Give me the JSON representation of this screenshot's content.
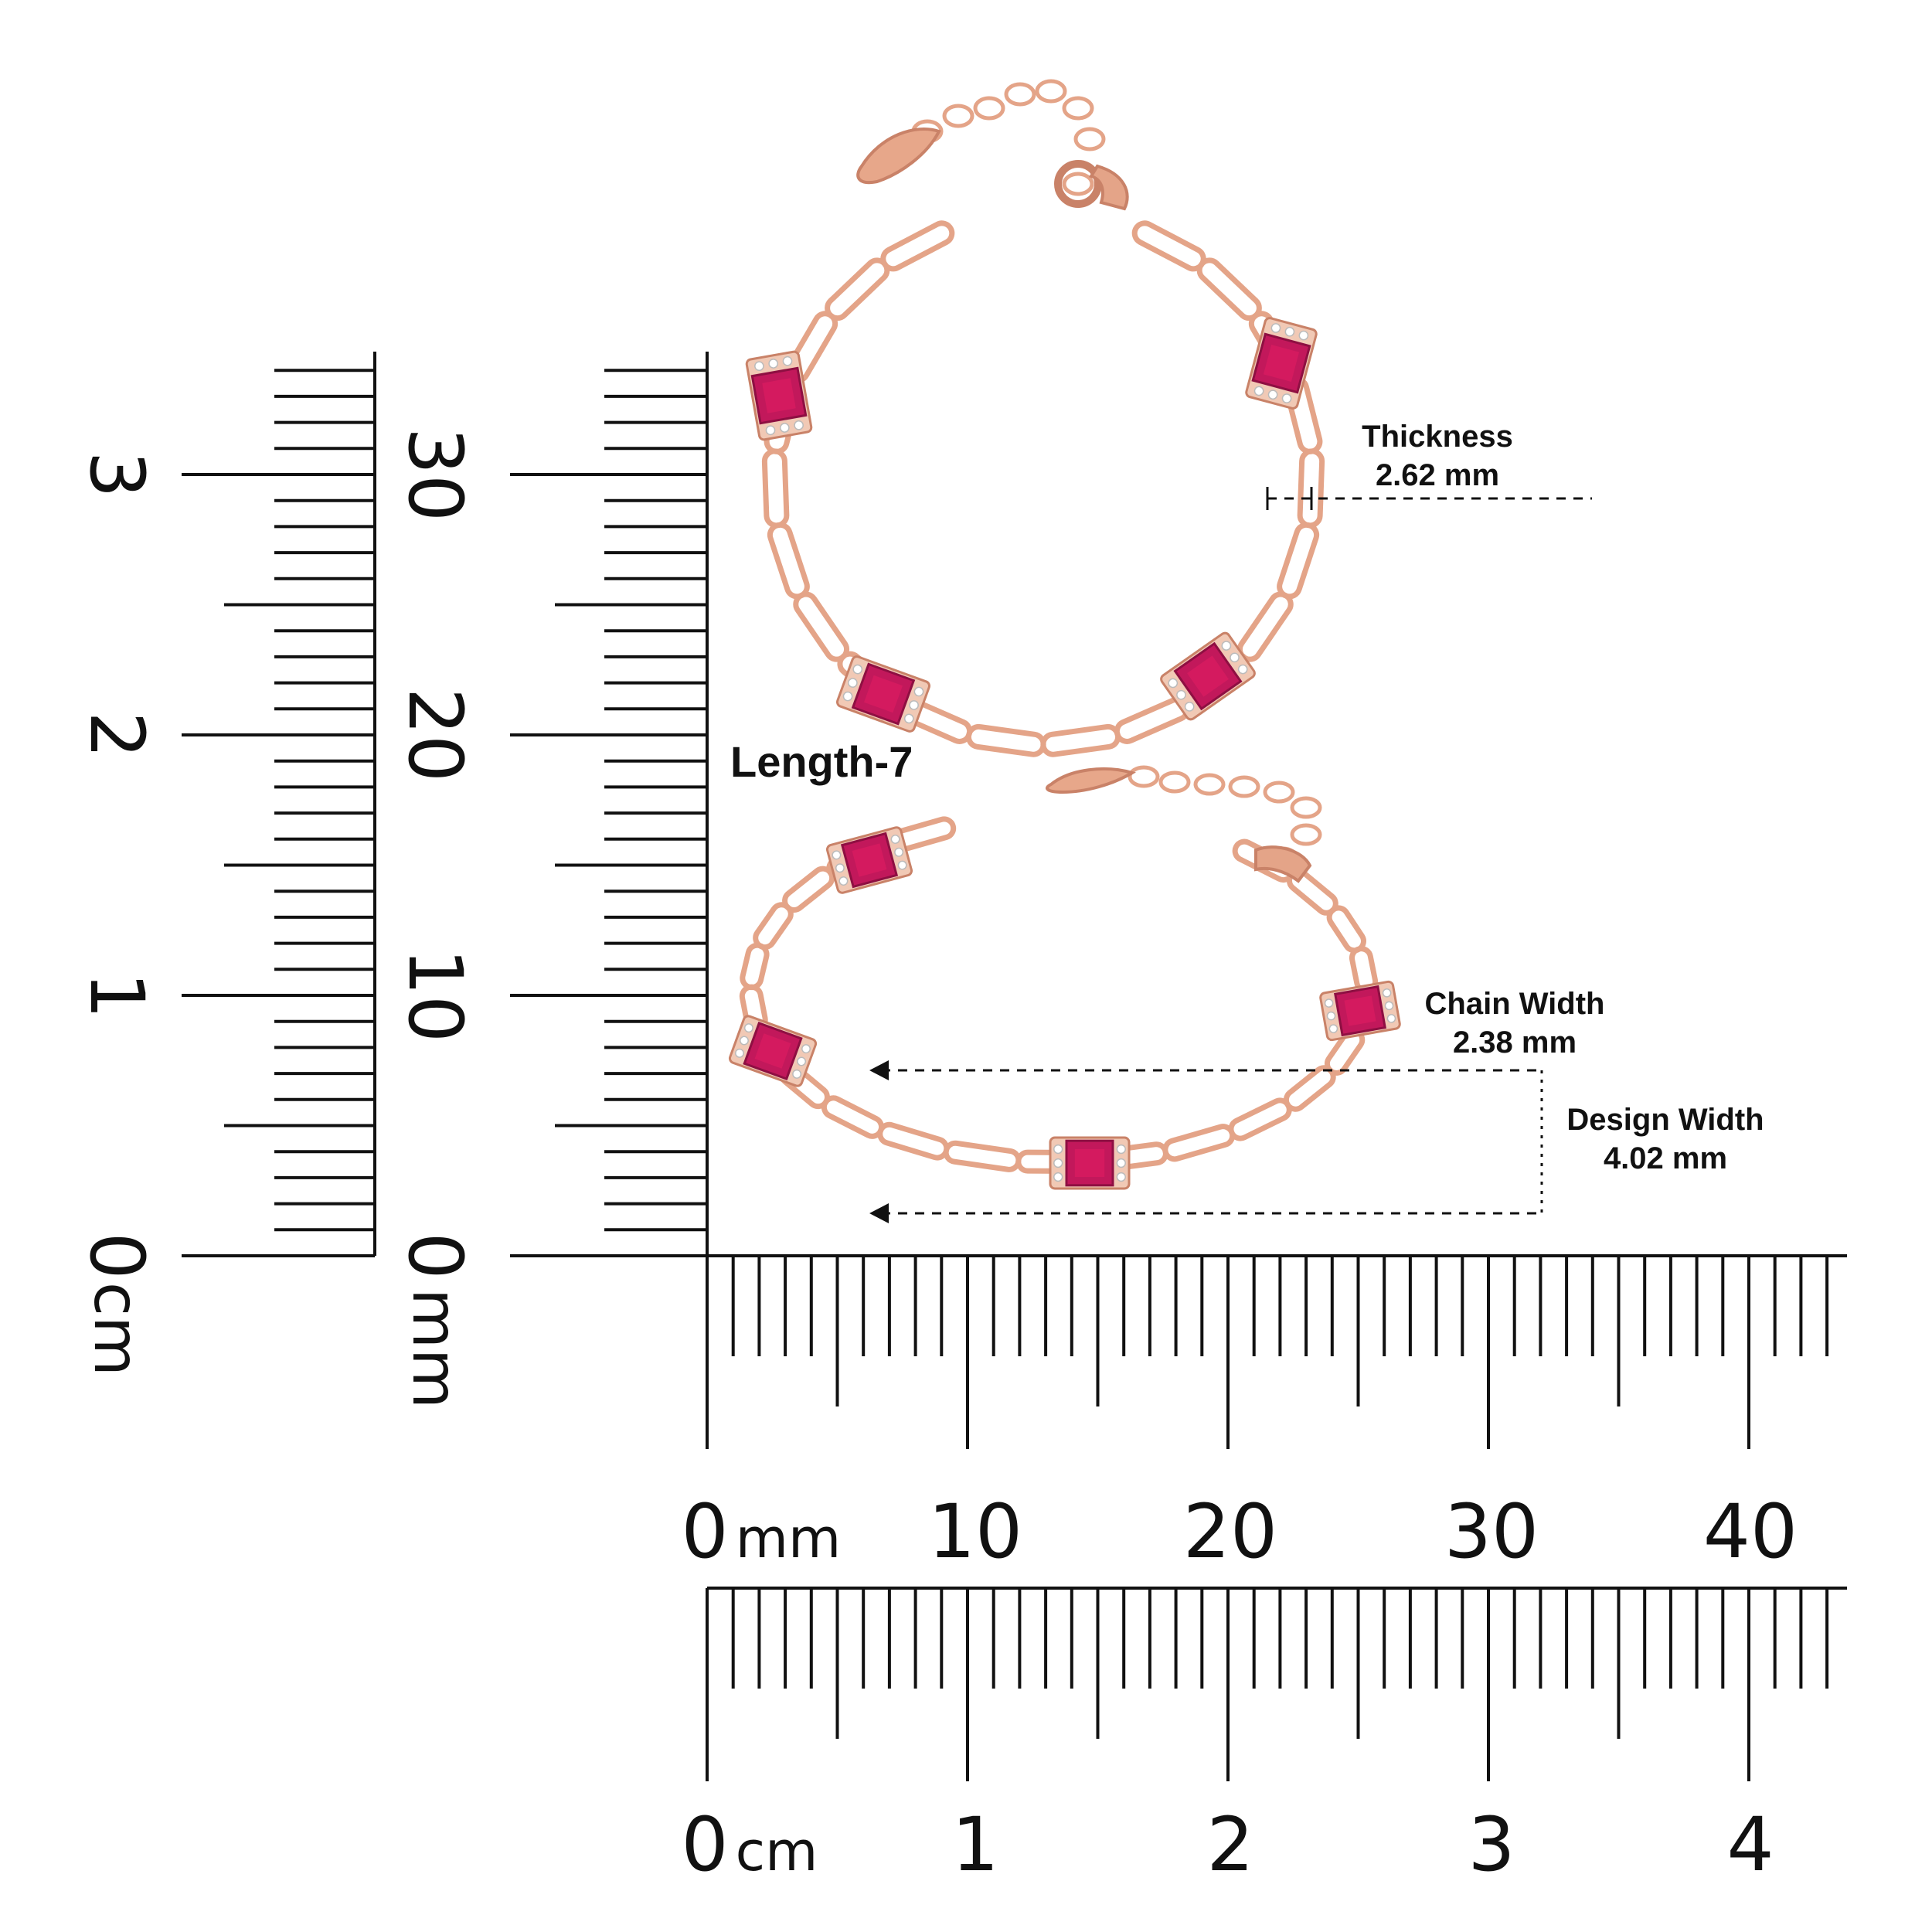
{
  "product": {
    "length_label": "Length-7"
  },
  "measurements": {
    "thickness": {
      "label": "Thickness",
      "value": "2.62 mm"
    },
    "chain_width": {
      "label": "Chain Width",
      "value": "2.38 mm"
    },
    "design_width": {
      "label": "Design Width",
      "value": "4.02 mm"
    }
  },
  "rulers": {
    "vertical_cm": {
      "unit": "cm",
      "labels": [
        "0",
        "1",
        "2",
        "3"
      ]
    },
    "vertical_mm": {
      "unit": "mm",
      "labels": [
        "0",
        "10",
        "20",
        "30"
      ]
    },
    "horizontal_mm": {
      "unit": "mm",
      "labels": [
        "0",
        "10",
        "20",
        "30",
        "40"
      ]
    },
    "horizontal_cm": {
      "unit": "cm",
      "labels": [
        "0",
        "1",
        "2",
        "3",
        "4"
      ]
    }
  },
  "colors": {
    "metal": "#e4a488",
    "metal_dark": "#c98268",
    "gem": "#c2185b",
    "gem_dark": "#8e0f42",
    "ink": "#111111"
  }
}
